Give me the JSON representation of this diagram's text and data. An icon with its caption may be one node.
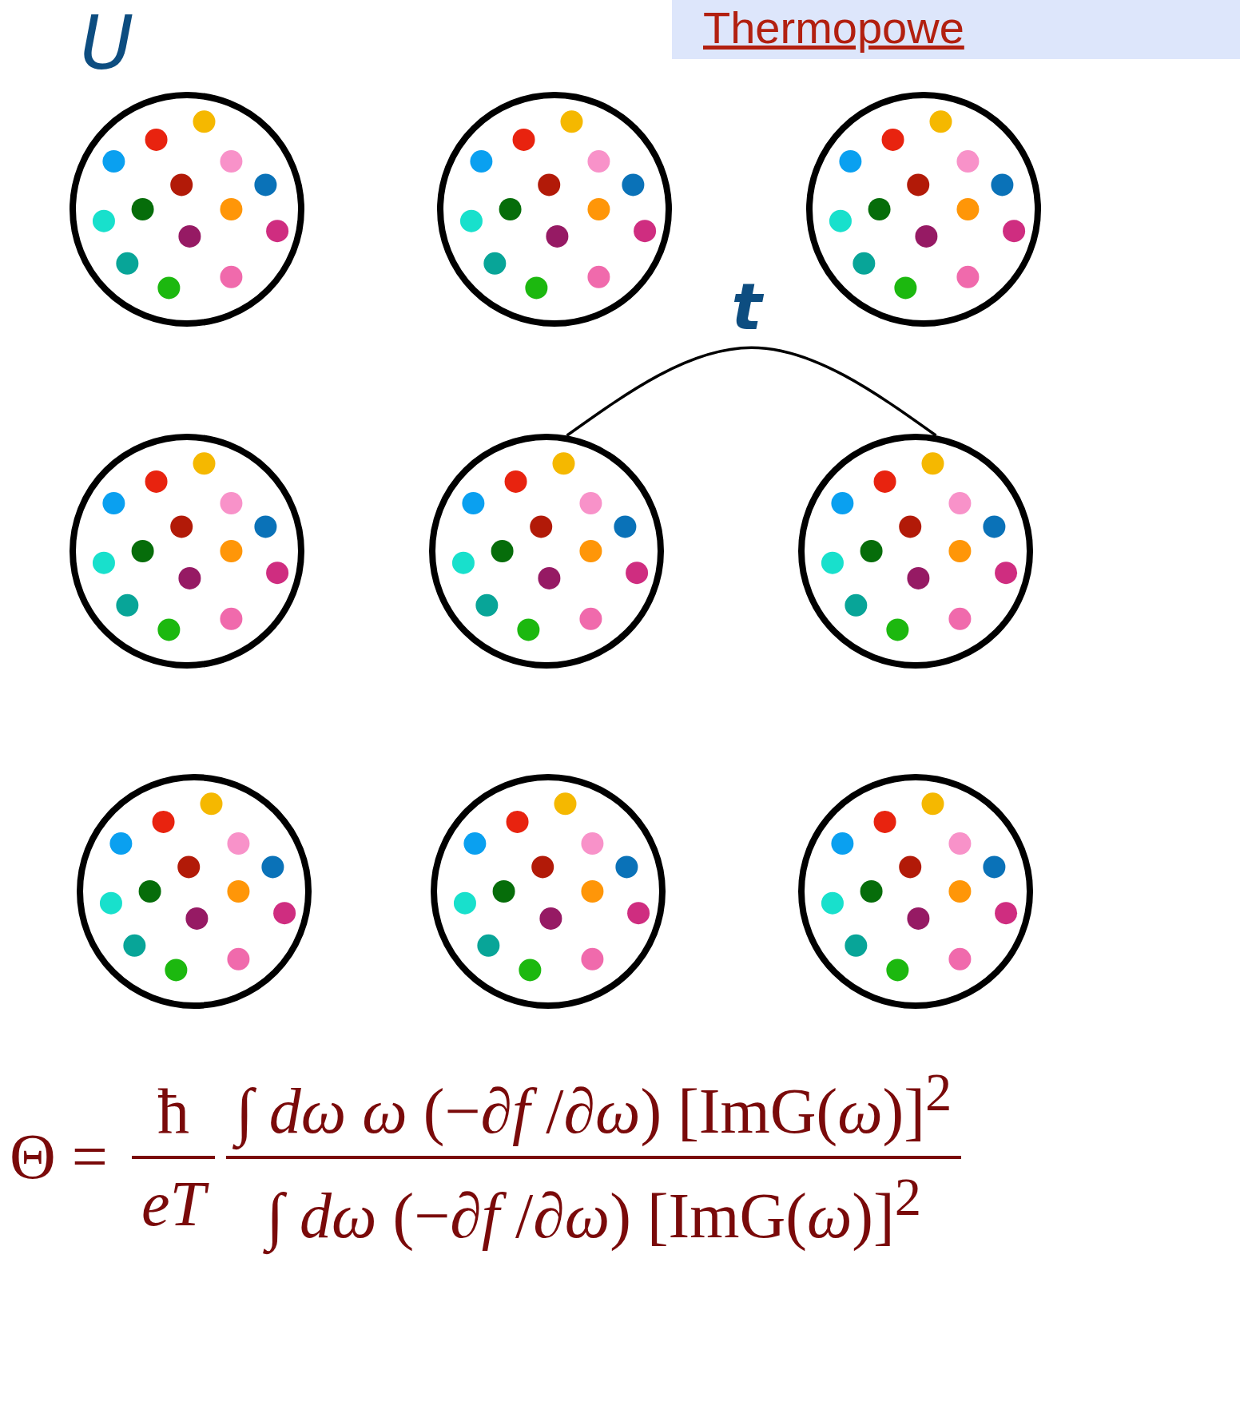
{
  "diagram": {
    "title": "Thermopowe",
    "nodes": [
      {
        "text": [],
        "shape": "circle"
      },
      {
        "text": [],
        "shape": "circle"
      },
      {
        "text": [],
        "shape": "circle"
      },
      {
        "text": [],
        "shape": "circle"
      },
      {
        "text": [],
        "shape": "circle"
      },
      {
        "text": [],
        "shape": "circle"
      },
      {
        "text": [],
        "shape": "circle"
      },
      {
        "text": [],
        "shape": "circle"
      },
      {
        "text": [],
        "shape": "circle"
      }
    ],
    "edges": [
      {
        "from": 4,
        "to": 5,
        "arrow": "none",
        "label": "t"
      }
    ],
    "labels": [
      "U",
      "Θ =",
      "ħ",
      "eT",
      "∫ *dω ω* (−∂*f* /∂*ω*) [ImG(*ω*)]$^{2}$",
      "∫ *dω* (−∂*f* /∂*ω*) [ImG(*ω*)]$^{2}$"
    ]
  }
}
